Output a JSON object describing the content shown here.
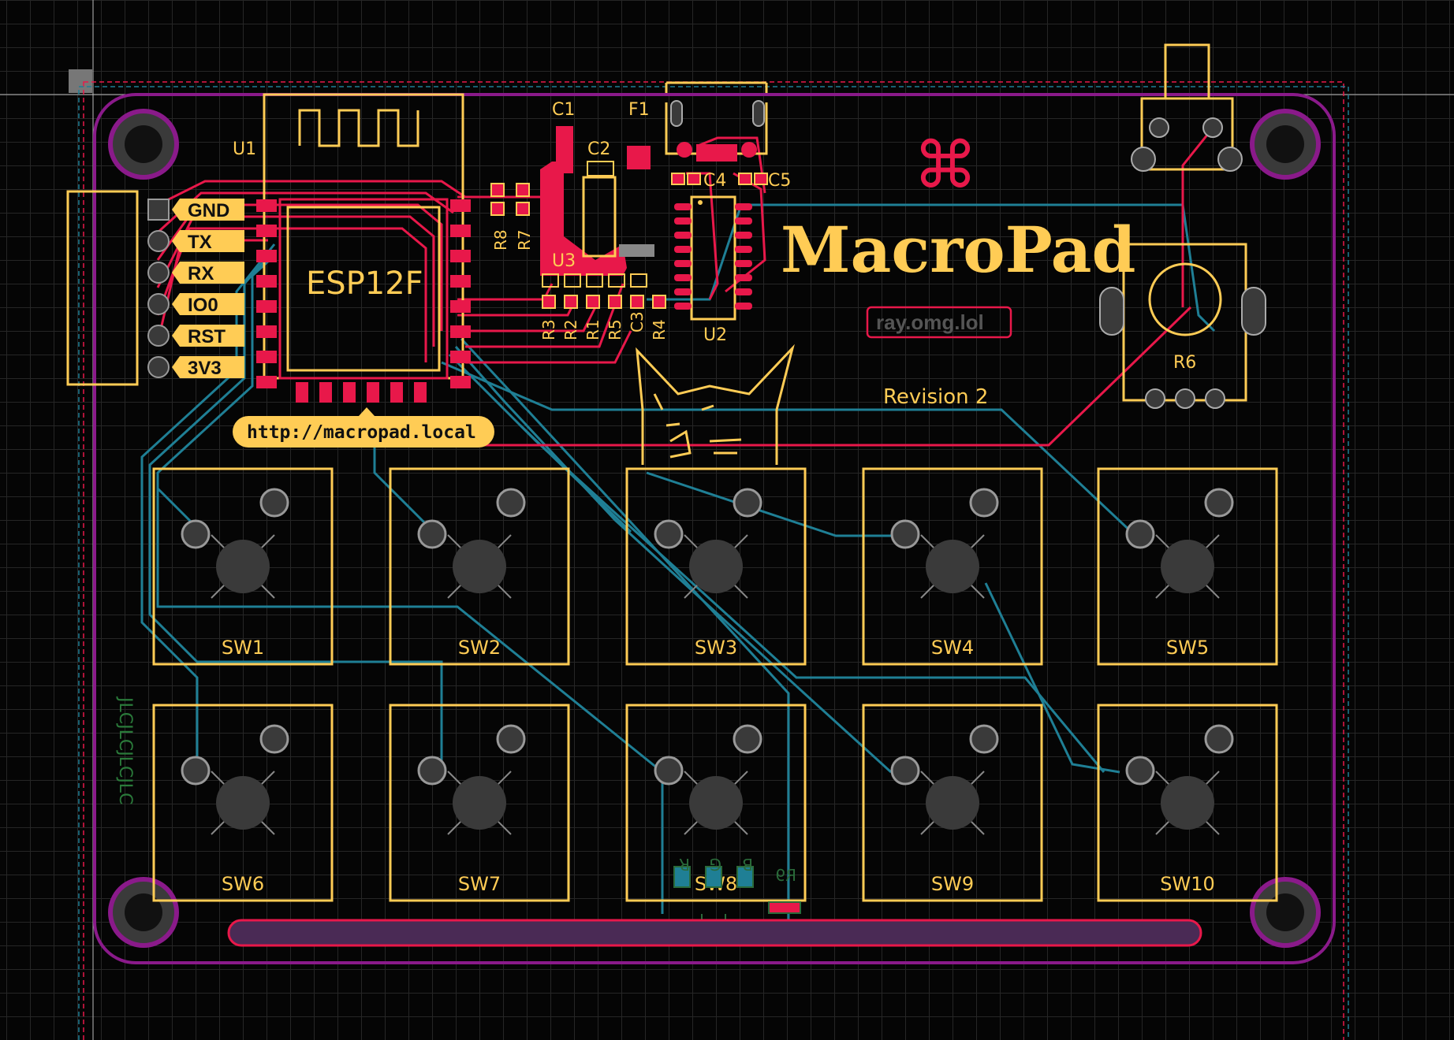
{
  "board": {
    "title": "MacroPad",
    "url_badge": "ray.omg.lol",
    "revision": "Revision 2",
    "link_label": "http://macropad.local",
    "module_label": "ESP12F",
    "cmd_symbol": "⌘",
    "mirrored_text": "JLCJLCJLCJLC"
  },
  "header_pins": [
    "GND",
    "TX",
    "RX",
    "IO0",
    "RST",
    "3V3"
  ],
  "designators": {
    "u1": "U1",
    "u2": "U2",
    "u3": "U3",
    "c1": "C1",
    "c2": "C2",
    "c3": "C3",
    "c4": "C4",
    "c5": "C5",
    "f1": "F1",
    "r1": "R1",
    "r2": "R2",
    "r3": "R3",
    "r4": "R4",
    "r5": "R5",
    "r6": "R6",
    "r7": "R7",
    "r8": "R8",
    "r9": "R9",
    "led_r": "R",
    "led_g": "G",
    "led_b": "B"
  },
  "switches": [
    "SW1",
    "SW2",
    "SW3",
    "SW4",
    "SW5",
    "SW6",
    "SW7",
    "SW8",
    "SW9",
    "SW10"
  ],
  "colors": {
    "background": "#050505",
    "grid": "#262626",
    "silkscreen": "#FFCC55",
    "top_copper": "#E8184A",
    "bottom_copper": "#1F7F95",
    "board_outline": "#8A1A8A",
    "pad": "#3A3A3A",
    "pad_ring": "#9A9A9A"
  }
}
